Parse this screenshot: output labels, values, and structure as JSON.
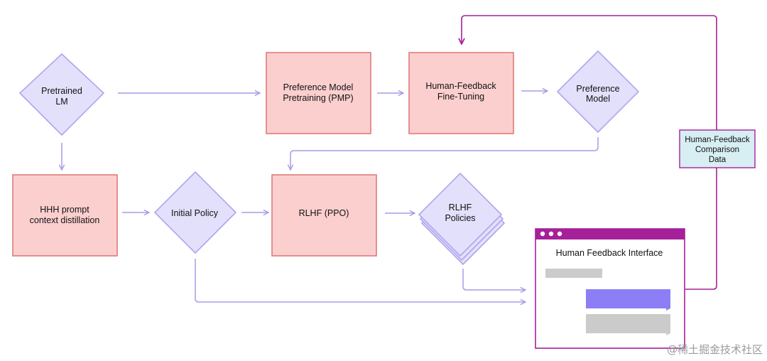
{
  "nodes": {
    "pretrained_lm": {
      "line1": "Pretrained",
      "line2": "LM"
    },
    "pmp": {
      "line1": "Preference Model",
      "line2": "Pretraining (PMP)"
    },
    "hf_finetuning": {
      "line1": "Human-Feedback",
      "line2": "Fine-Tuning"
    },
    "preference_model": {
      "line1": "Preference",
      "line2": "Model"
    },
    "hhh_distillation": {
      "line1": "HHH prompt",
      "line2": "context distillation"
    },
    "initial_policy": {
      "line1": "Initial Policy"
    },
    "rlhf_ppo": {
      "line1": "RLHF (PPO)"
    },
    "rlhf_policies": {
      "line1": "RLHF",
      "line2": "Policies"
    },
    "comparison_data": {
      "line1": "Human-Feedback",
      "line2": "Comparison",
      "line3": "Data"
    },
    "hf_interface": {
      "title": "Human Feedback Interface"
    }
  },
  "watermark": "@稀土掘金技术社区",
  "colors": {
    "box_fill": "#fccfcf",
    "box_stroke": "#e07a7a",
    "diamond_fill": "#e3e0fb",
    "diamond_stroke": "#b0a6ee",
    "arrow": "#a89be8",
    "feedback_arrow": "#a5209a",
    "data_box_fill": "#d7eef3",
    "data_box_stroke": "#a5209a",
    "window_bar": "#a5209a",
    "chat_purple": "#8c7ff5",
    "chat_grey": "#cbcbcb"
  }
}
